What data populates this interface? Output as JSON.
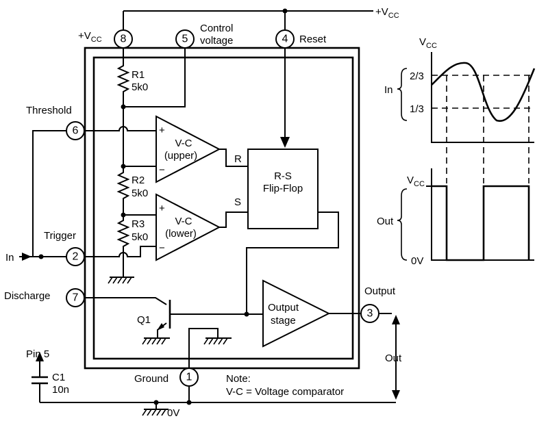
{
  "labels": {
    "vcc_right": "+V",
    "vcc_right_sub": "CC",
    "vcc_left": "+V",
    "vcc_left_sub": "CC",
    "control_line1": "Control",
    "control_line2": "voltage",
    "reset": "Reset",
    "threshold": "Threshold",
    "trigger": "Trigger",
    "in": "In",
    "discharge": "Discharge",
    "output": "Output",
    "out": "Out",
    "ground": "Ground",
    "pin5": "Pin 5",
    "c1": "C1",
    "c1_value": "10n",
    "zero_v": "0V",
    "q1": "Q1",
    "note_line1": "Note:",
    "note_line2": "V-C = Voltage comparator"
  },
  "pins": {
    "p8": "8",
    "p5": "5",
    "p4": "4",
    "p6": "6",
    "p2": "2",
    "p7": "7",
    "p3": "3",
    "p1": "1"
  },
  "resistors": {
    "r1_name": "R1",
    "r1_value": "5k0",
    "r2_name": "R2",
    "r2_value": "5k0",
    "r3_name": "R3",
    "r3_value": "5k0"
  },
  "blocks": {
    "vc_upper_line1": "V-C",
    "vc_upper_line2": "(upper)",
    "vc_lower_line1": "V-C",
    "vc_lower_line2": "(lower)",
    "plus": "+",
    "minus": "−",
    "ff_line1": "R-S",
    "ff_line2": "Flip-Flop",
    "ff_r": "R",
    "ff_s": "S",
    "out_stage_line1": "Output",
    "out_stage_line2": "stage"
  },
  "waveform": {
    "vcc_top": "V",
    "vcc_top_sub": "CC",
    "in_label": "In",
    "two_thirds": "2/3",
    "one_third": "1/3",
    "vcc_out": "V",
    "vcc_out_sub": "CC",
    "out_label": "Out",
    "zero_v": "0V"
  }
}
